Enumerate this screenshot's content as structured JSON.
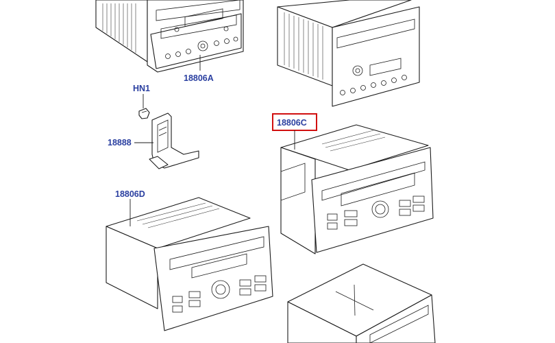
{
  "callouts": {
    "a": "18806A",
    "hn1": "HN1",
    "b": "18888",
    "c": "18806C",
    "d": "18806D"
  },
  "colors": {
    "callout_text": "#2a3fa0",
    "highlight_box": "#d10f0f",
    "line_art": "#1a1a1a"
  },
  "highlighted_callout": "18806C"
}
